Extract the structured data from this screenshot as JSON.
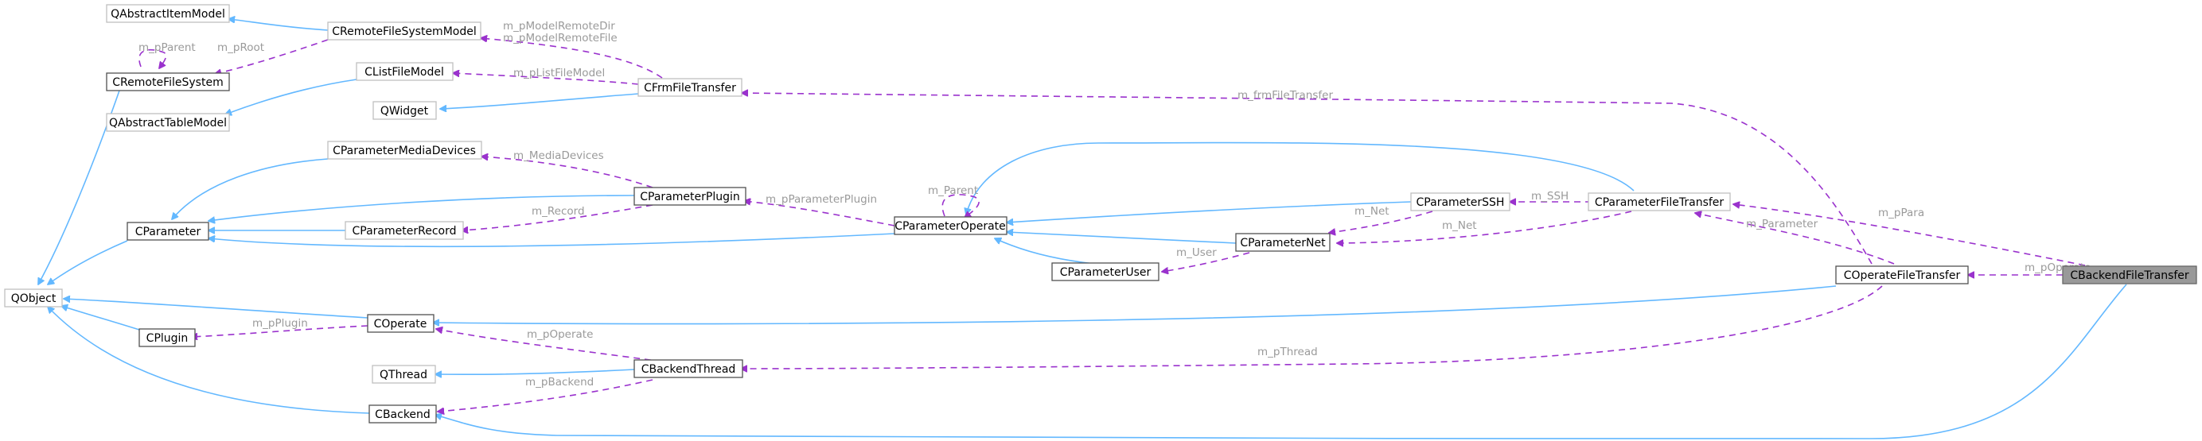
{
  "diagram": {
    "nodes": {
      "qabstractitemmodel": "QAbstractItemModel",
      "cremotefilesystemmodel": "CRemoteFileSystemModel",
      "cremotefilesystem": "CRemoteFileSystem",
      "qabstracttablemodel": "QAbstractTableModel",
      "clistfilemodel": "CListFileModel",
      "qwidget": "QWidget",
      "cfrmfiletransfer": "CFrmFileTransfer",
      "cparametermediadevices": "CParameterMediaDevices",
      "cparameterplugin": "CParameterPlugin",
      "cparameter": "CParameter",
      "cparameterrecord": "CParameterRecord",
      "cparameteroperate": "CParameterOperate",
      "cparameterssh": "CParameterSSH",
      "cparameterfiletransfer": "CParameterFileTransfer",
      "cparameternet": "CParameterNet",
      "cparameteruser": "CParameterUser",
      "cbackendfiletransfer": "CBackendFileTransfer",
      "coperatefiletransfer": "COperateFileTransfer",
      "qobject": "QObject",
      "coperate": "COperate",
      "cplugin": "CPlugin",
      "qthread": "QThread",
      "cbackendthread": "CBackendThread",
      "cbackend": "CBackend"
    },
    "edge_labels": {
      "m_pparent": "m_pParent",
      "m_proot": "m_pRoot",
      "m_pmodelremotedir": "m_pModelRemoteDir",
      "m_pmodelremotefile": "m_pModelRemoteFile",
      "m_plistfilemodel": "m_pListFileModel",
      "m_frmfiletransfer": "m_frmFileTransfer",
      "m_mediadevices": "m_MediaDevices",
      "m_record": "m_Record",
      "m_pparameterplugin": "m_pParameterPlugin",
      "m_parent": "m_Parent",
      "m_ssh": "m_SSH",
      "m_net": "m_Net",
      "m_net2": "m_Net",
      "m_user": "m_User",
      "m_ppara": "m_pPara",
      "m_parameter": "m_Parameter",
      "m_poperate": "m_pOperate",
      "m_pplugin": "m_pPlugin",
      "m_poperate2": "m_pOperate",
      "m_pthread": "m_pThread",
      "m_pbackend": "m_pBackend"
    }
  },
  "colors": {
    "inheritance_edge": "#63b8ff",
    "usage_edge": "#9a32cd",
    "edge_label": "#9a9a9a",
    "focus_node_fill": "#999999"
  }
}
